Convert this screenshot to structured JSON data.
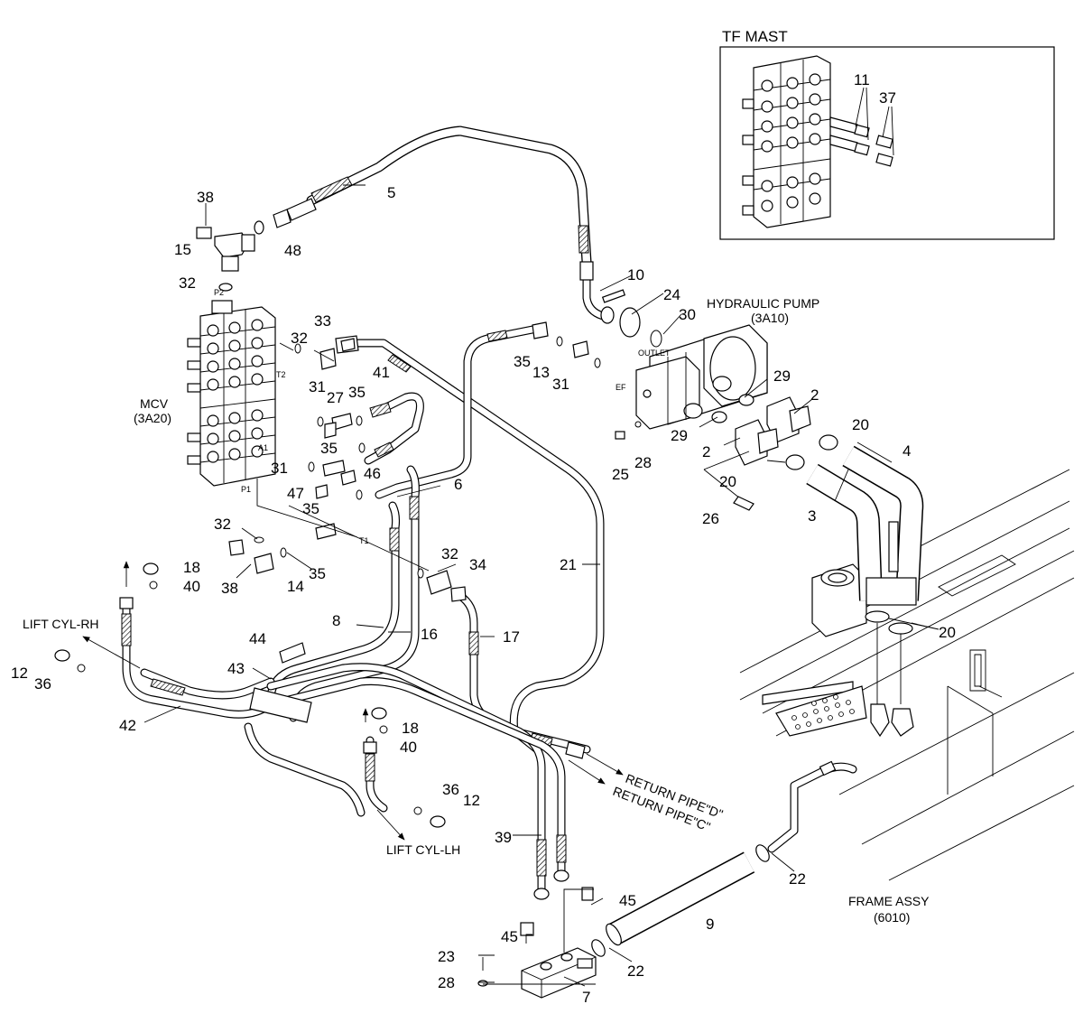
{
  "inset": {
    "title": "TF MAST"
  },
  "labels": {
    "hydraulic_pump": "HYDRAULIC PUMP",
    "hydraulic_pump_code": "(3A10)",
    "mcv": "MCV",
    "mcv_code": "(3A20)",
    "lift_cyl_rh": "LIFT CYL-RH",
    "lift_cyl_lh": "LIFT CYL-LH",
    "return_pipe_d": "RETURN PIPE\"D\"",
    "return_pipe_c": "RETURN PIPE\"C\"",
    "frame_assy": "FRAME ASSY",
    "frame_assy_code": "(6010)",
    "outlet": "OUTLET",
    "port_p2": "P2",
    "port_t2": "T2",
    "port_a1": "A1",
    "port_p1": "P1",
    "port_t1": "T1",
    "port_ef": "EF"
  },
  "callouts": [
    "11",
    "37",
    "38",
    "15",
    "48",
    "5",
    "32",
    "10",
    "24",
    "30",
    "33",
    "32",
    "41",
    "31",
    "27",
    "35",
    "35",
    "13",
    "31",
    "29",
    "2",
    "20",
    "4",
    "29",
    "35",
    "46",
    "31",
    "6",
    "25",
    "28",
    "2",
    "20",
    "47",
    "35",
    "26",
    "3",
    "32",
    "18",
    "40",
    "38",
    "14",
    "35",
    "32",
    "34",
    "21",
    "20",
    "8",
    "16",
    "17",
    "44",
    "12",
    "36",
    "43",
    "42",
    "18",
    "40",
    "36",
    "12",
    "39",
    "22",
    "45",
    "9",
    "45",
    "23",
    "22",
    "28",
    "7"
  ]
}
